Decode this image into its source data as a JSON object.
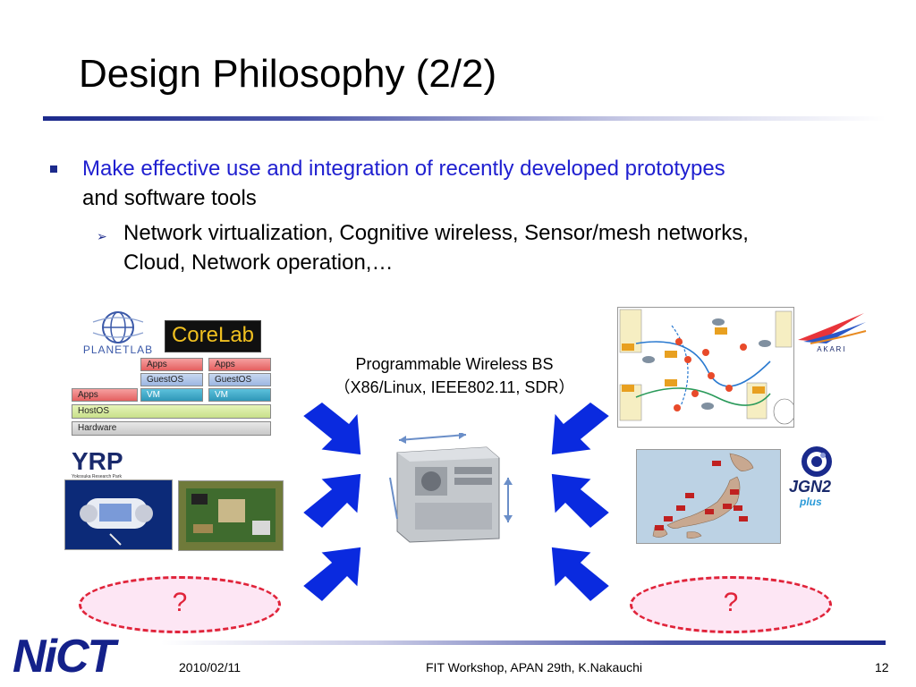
{
  "slide": {
    "title": "Design Philosophy (2/2)",
    "bullet1": {
      "highlight": "Make effective use and integration of recently developed prototypes",
      "rest": "and software tools"
    },
    "bullet2": {
      "line1": "Network virtualization, Cognitive wireless, Sensor/mesh networks,",
      "line2": "Cloud, Network operation,…"
    },
    "arrow_bullet_glyph": "➢",
    "bs_caption": {
      "line1": "Programmable Wireless BS",
      "line2": "（X86/Linux, IEEE802.11, SDR）"
    },
    "question_left": "?",
    "question_right": "?"
  },
  "logos": {
    "planetlab": "PLANETLAB",
    "corelab": "CoreLab",
    "yrp": "YRP",
    "yrp_sub": "Yokosuka Research Park",
    "akari": "A K A R I",
    "jgn2": "JGN2",
    "jgn2_plus": "plus",
    "nict": "NiCT"
  },
  "layer_stack": {
    "apps_a": "Apps",
    "apps_b": "Apps",
    "guest_a": "GuestOS",
    "guest_b": "GuestOS",
    "apps_host": "Apps",
    "vm_a": "VM",
    "vm_b": "VM",
    "hostos": "HostOS",
    "hardware": "Hardware"
  },
  "footer": {
    "date": "2010/02/11",
    "event": "FIT Workshop, APAN 29th, K.Nakauchi",
    "page": "12"
  },
  "colors": {
    "accent_blue": "#1f1fd0",
    "nav_blue": "#1c2a8c",
    "arrow_blue": "#0a2adf",
    "question_red": "#e0243a"
  }
}
